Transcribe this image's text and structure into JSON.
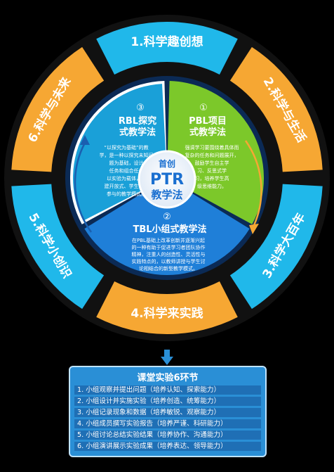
{
  "outer_ring": [
    {
      "label": "1.科学趣创想",
      "color": "#20b8ea"
    },
    {
      "label": "2.科学与生活",
      "color": "#f6a733"
    },
    {
      "label": "3.科学大百年",
      "color": "#20b8ea"
    },
    {
      "label": "4.科学来实践",
      "color": "#f6a733"
    },
    {
      "label": "5.科学小创识",
      "color": "#20b8ea"
    },
    {
      "label": "6.科学与未来",
      "color": "#f6a733"
    }
  ],
  "methods": {
    "pbl_project": {
      "number": "①",
      "title": "PBL项目",
      "subtitle": "式教学法",
      "body": [
        "强调学习要围绕着具体而",
        "复杂的任务和问题展开，",
        "鼓励学生自主学",
        "习、反思式学",
        "习，培养学生高",
        "级思维能力。"
      ],
      "color": "#7cc82a"
    },
    "tbl_group": {
      "number": "②",
      "title": "TBL小组式教学法",
      "body": [
        "在PBL基础上改革创新并逐渐兴起",
        "的一种有助于促进学习者团队协作",
        "精神，注重人的创造性、灵活性与",
        "实践特点的，以教师讲授与学生讨",
        "论相结合的新型教学模式。"
      ],
      "color": "#1f7fd8"
    },
    "rbl_inquiry": {
      "number": "③",
      "title": "RBL探究",
      "subtitle": "式教学法",
      "body": [
        "“以探究为基础”的教",
        "学，是一种以探究未知问",
        "题为基础，设计",
        "任务和组合任务",
        "以实验为载体，构",
        "建开放式、学生主动",
        "参与的教学模式。"
      ],
      "color": "#1aa0d8"
    }
  },
  "center": {
    "line1": "首创",
    "line2": "PTR",
    "line3": "教学法"
  },
  "panel": {
    "title": "课堂实验6环节",
    "items": [
      "1. 小组观察并提出问题（培养认知、探索能力）",
      "2. 小组设计并实施实验（培养创造、统筹能力）",
      "3. 小组记录现象和数据（培养敏锐、观察能力）",
      "4. 小组成员撰写实验报告（培养严谨、科研能力）",
      "5. 小组讨论总结实验结果（培养协作、沟通能力）",
      "6. 小组演讲展示实验成果（培养表达、领导能力）"
    ]
  },
  "colors": {
    "accent_blue": "#20b8ea",
    "accent_orange": "#f6a733",
    "panel_blue": "#2a8fd6"
  }
}
